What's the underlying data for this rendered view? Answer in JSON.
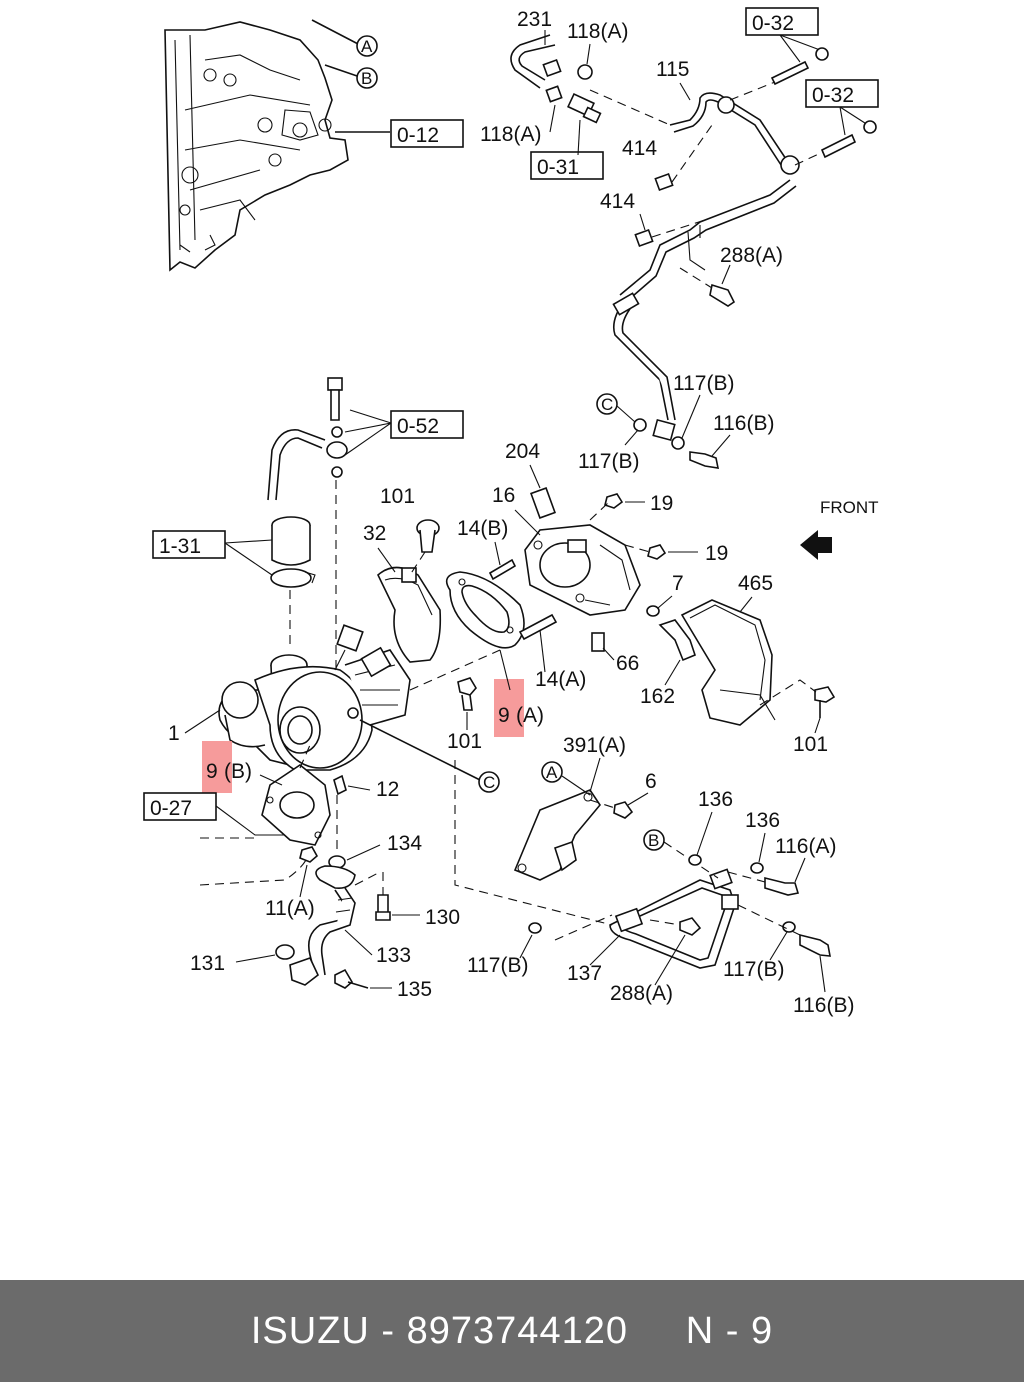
{
  "labels": {
    "l231": "231",
    "l118a_top": "118(A)",
    "l118a_mid": "118(A)",
    "l115": "115",
    "l414a": "414",
    "l414b": "414",
    "l288a_top": "288(A)",
    "l117b_r": "117(B)",
    "l116b_r": "116(B)",
    "l117b_c": "117(B)",
    "l204": "204",
    "l16": "16",
    "l19a": "19",
    "l19b": "19",
    "l101a": "101",
    "l14b": "14(B)",
    "l32": "32",
    "l7": "7",
    "l465": "465",
    "l66": "66",
    "l14a": "14(A)",
    "l162": "162",
    "l101b": "101",
    "l101c": "101",
    "l9a_num": "9",
    "l9a_suf": "(A)",
    "l1": "1",
    "l9b_num": "9",
    "l9b_suf": "(B)",
    "l12": "12",
    "l391a": "391(A)",
    "l6": "6",
    "l136a": "136",
    "l136b": "136",
    "l116a": "116(A)",
    "l134": "134",
    "l11a": "11(A)",
    "l130": "130",
    "l131": "131",
    "l133": "133",
    "l135": "135",
    "l117b_b": "117(B)",
    "l137": "137",
    "l288a_b": "288(A)",
    "l117b_br": "117(B)",
    "l116b_br": "116(B)",
    "front": "FRONT"
  },
  "references": {
    "r012": "0-12",
    "r031": "0-31",
    "r032a": "0-32",
    "r032b": "0-32",
    "r052": "0-52",
    "r131": "1-31",
    "r027": "0-27"
  },
  "markers": {
    "a1": "A",
    "b1": "B",
    "c1": "C",
    "c2": "C",
    "a2": "A",
    "b2": "B"
  },
  "footer": {
    "brand": "ISUZU",
    "separator1": " - ",
    "part_number": "8973744120",
    "gap": "     ",
    "code": "N - 9"
  },
  "colors": {
    "highlight": "#f48a8a",
    "footer_bg": "#6b6b6b",
    "line": "#111111"
  }
}
